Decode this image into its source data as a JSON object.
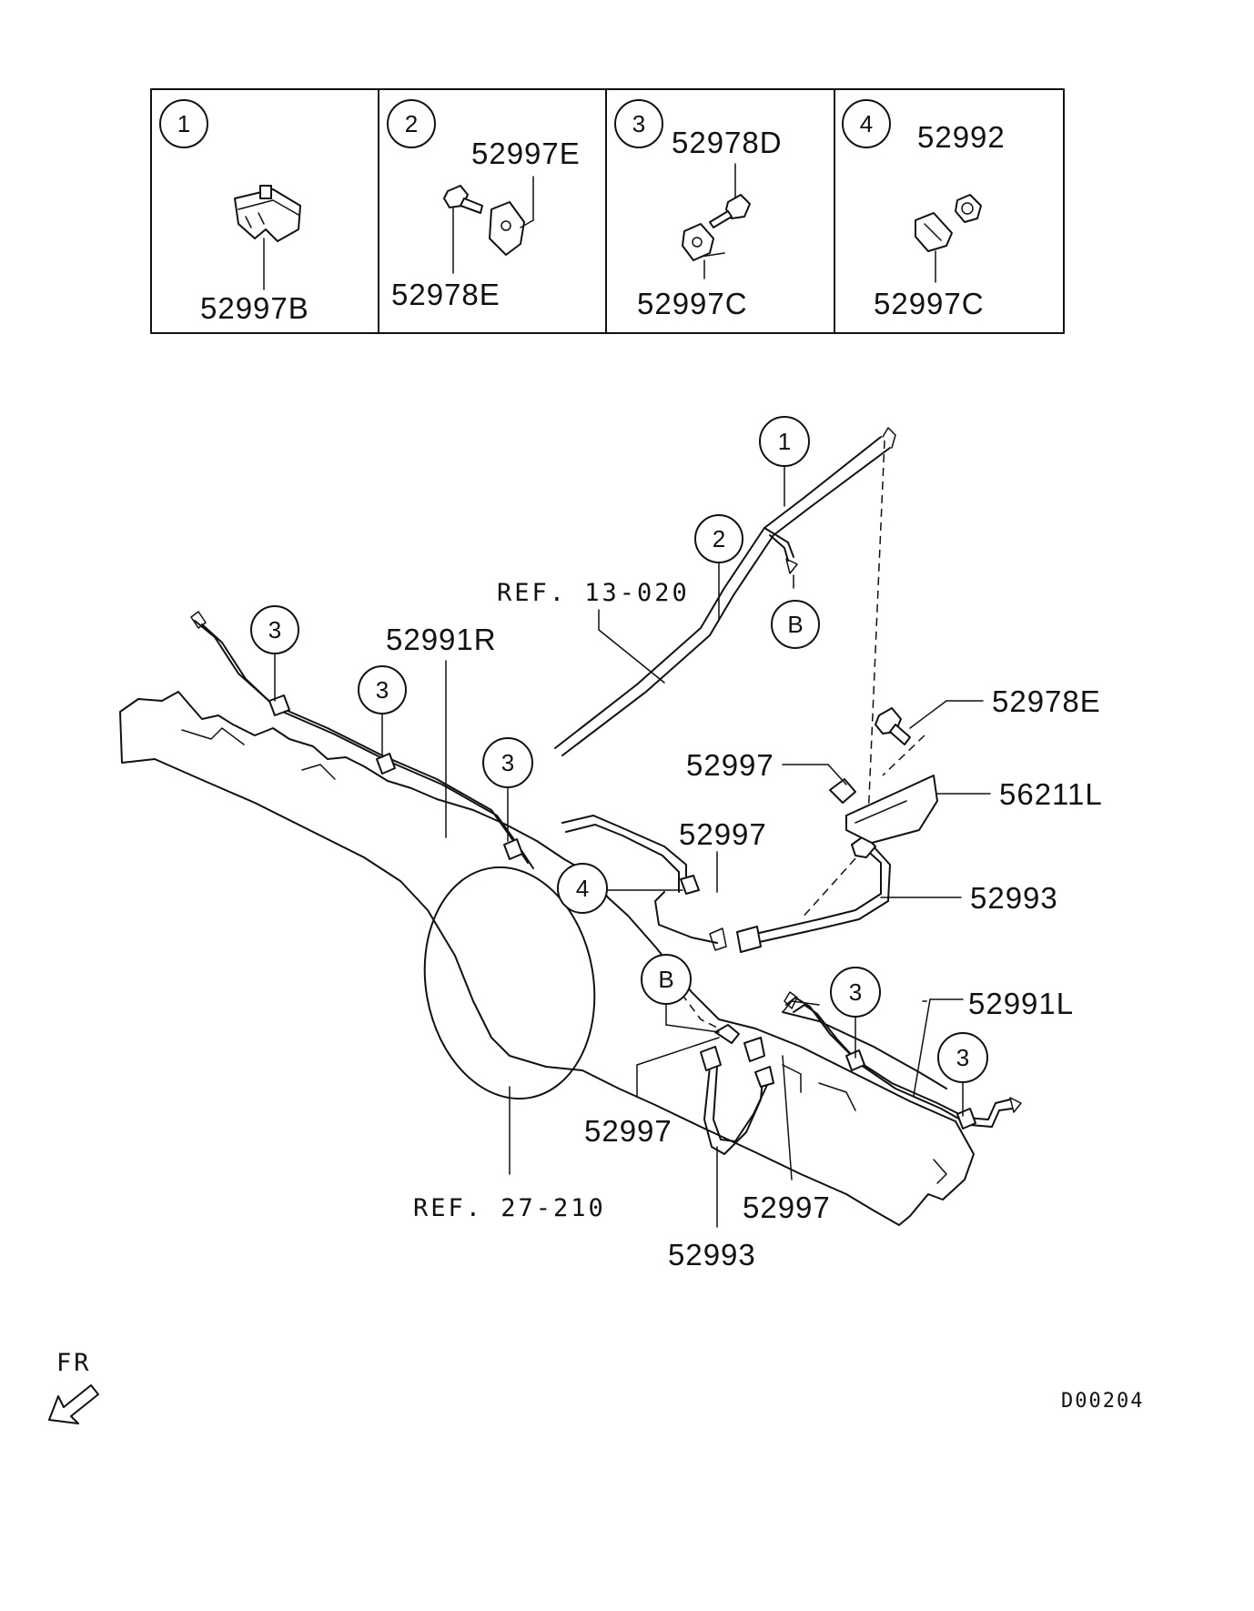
{
  "legend": {
    "panels": [
      {
        "number": "1",
        "parts": [
          "52997B"
        ]
      },
      {
        "number": "2",
        "parts": [
          "52997E",
          "52978E"
        ]
      },
      {
        "number": "3",
        "parts": [
          "52978D",
          "52997C"
        ]
      },
      {
        "number": "4",
        "parts": [
          "52992",
          "52997C"
        ]
      }
    ]
  },
  "callouts": {
    "clip_1": "1",
    "clip_2": "2",
    "clip_3a": "3",
    "clip_3b": "3",
    "clip_3c": "3",
    "clip_3d": "3",
    "clip_3e": "3",
    "clip_4": "4",
    "conn_b_upper": "B",
    "conn_b_lower": "B"
  },
  "labels": {
    "ref_13": "REF. 13-020",
    "line_right": "52991R",
    "bolt_bracket": "52978E",
    "clip_bracket": "52997",
    "bracket_56211": "56211L",
    "clip_mid": "52997",
    "hose_upper": "52993",
    "line_left": "52991L",
    "clip_lower_a": "52997",
    "clip_lower_b": "52997",
    "ref_27": "REF. 27-210",
    "hose_lower": "52993"
  },
  "footer": {
    "direction_label": "FR",
    "diagram_code": "D00204"
  }
}
